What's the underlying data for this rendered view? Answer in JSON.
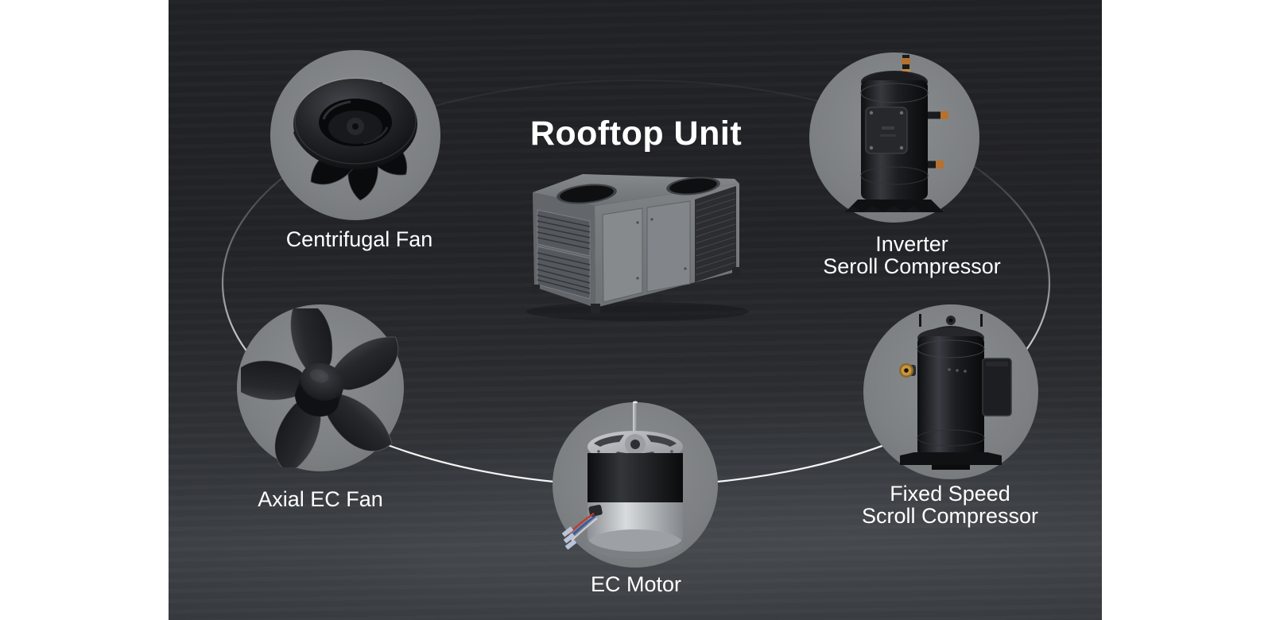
{
  "title": "Rooftop Unit",
  "components": [
    {
      "id": "centrifugal-fan",
      "image": "centrifugal-fan-image",
      "lines": [
        "Centrifugal Fan"
      ]
    },
    {
      "id": "inverter-scroll-compressor",
      "image": "inverter-scroll-compressor-image",
      "lines": [
        "Inverter",
        "Seroll Compressor"
      ]
    },
    {
      "id": "axial-ec-fan",
      "image": "axial-ec-fan-image",
      "lines": [
        "Axial EC Fan"
      ]
    },
    {
      "id": "fixed-speed-scroll-compressor",
      "image": "fixed-speed-scroll-compressor-image",
      "lines": [
        "Fixed Speed",
        "Scroll Compressor"
      ]
    },
    {
      "id": "ec-motor",
      "image": "ec-motor-image",
      "lines": [
        "EC Motor"
      ]
    }
  ],
  "center_image": "rooftop-unit-image",
  "colors": {
    "page_margin": "#ffffff",
    "background_top": "#212225",
    "background_bottom": "#3c3f43",
    "circle_gray": "#7d8083",
    "text": "#ffffff",
    "connector_line": "#ffffff",
    "copper_fitting": "#b5712e",
    "brass_fitting": "#c9963f",
    "wire_red": "#c23b2e",
    "wire_blue": "#3459a8"
  }
}
